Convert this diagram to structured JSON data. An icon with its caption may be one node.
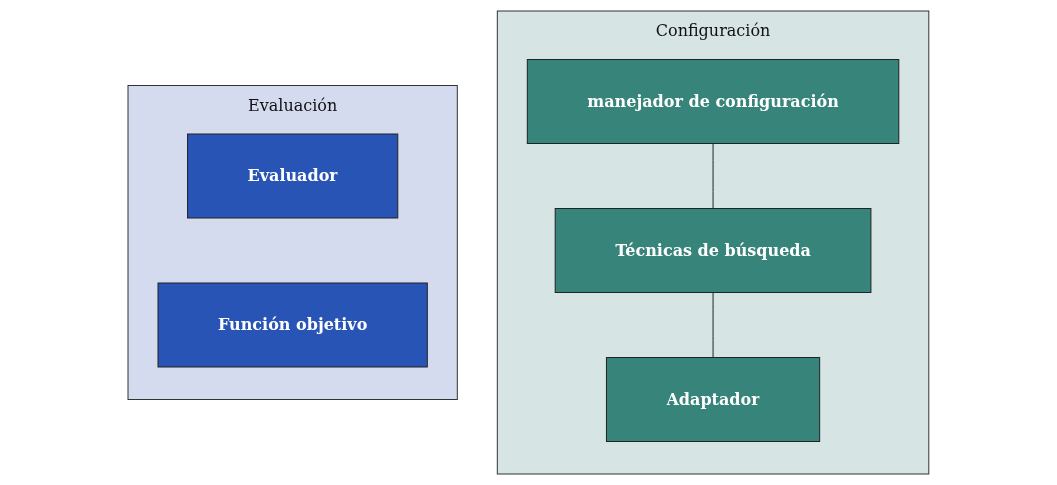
{
  "diagram": {
    "nodes": [
      {
        "text": [
          "Configuración"
        ]
      },
      {
        "text": [
          "manejador de configuración"
        ],
        "in": 0
      },
      {
        "text": [
          "Técnicas de búsqueda"
        ],
        "in": 0
      },
      {
        "text": [
          "Adaptador"
        ],
        "in": 0
      },
      {
        "text": [
          "Evaluación"
        ]
      },
      {
        "text": [
          "Evaluador"
        ],
        "in": 4
      },
      {
        "text": [
          "Función objetivo"
        ],
        "in": 4
      }
    ],
    "edges": [
      {
        "from": 1,
        "to": 2,
        "arrow": "none"
      },
      {
        "from": 2,
        "to": 3,
        "arrow": "none"
      }
    ]
  }
}
